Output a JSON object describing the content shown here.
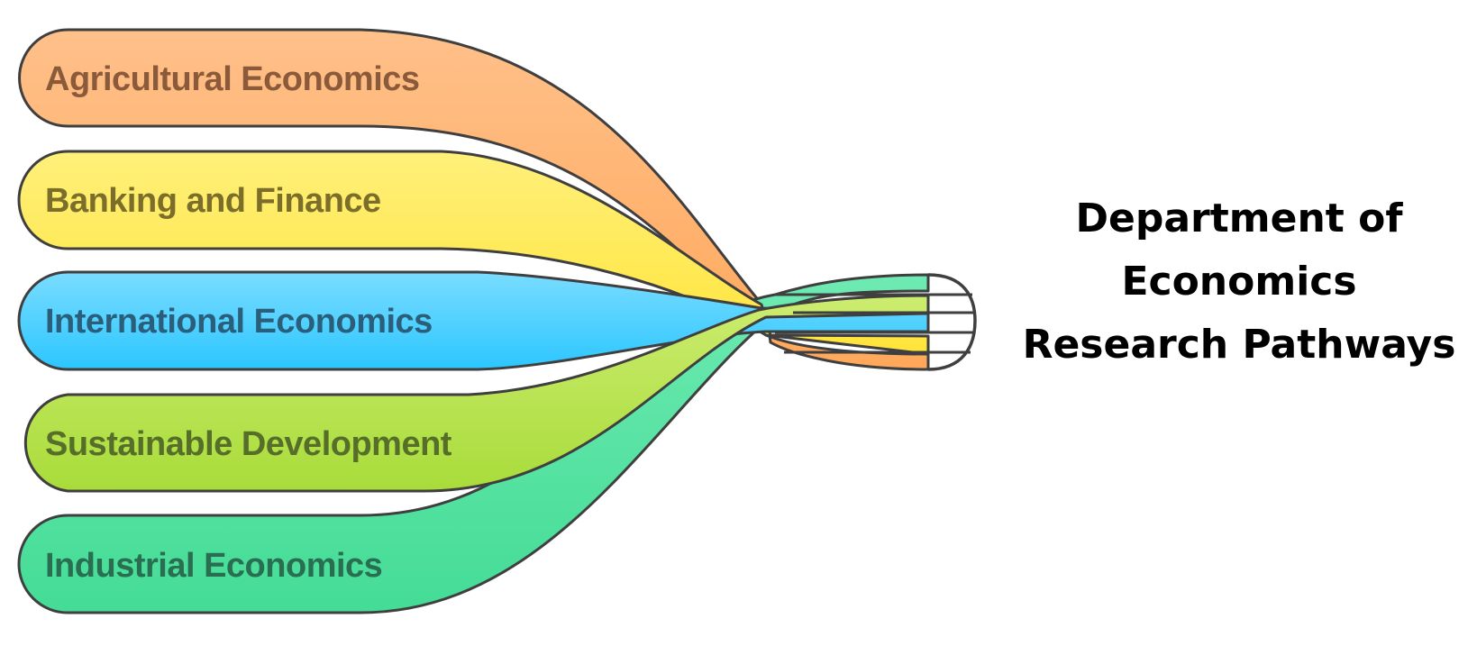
{
  "title": {
    "lines": [
      "Department of",
      "Economics",
      "Research Pathways"
    ]
  },
  "pathways": [
    {
      "label": "Agricultural Economics",
      "color_top": "#FFC08A",
      "color_bottom": "#FFA85A",
      "text_color": "#8A5A3A"
    },
    {
      "label": "Banking and Finance",
      "color_top": "#FFF07A",
      "color_bottom": "#FFE43A",
      "text_color": "#7A6E2A"
    },
    {
      "label": "International Economics",
      "color_top": "#7ADCFF",
      "color_bottom": "#2CC6FF",
      "text_color": "#2A5E7A"
    },
    {
      "label": "Sustainable Development",
      "color_top": "#CDEC70",
      "color_bottom": "#A8DC3A",
      "text_color": "#566E2A"
    },
    {
      "label": "Industrial Economics",
      "color_top": "#6EEAB2",
      "color_bottom": "#44DC96",
      "text_color": "#2A6E52"
    }
  ]
}
